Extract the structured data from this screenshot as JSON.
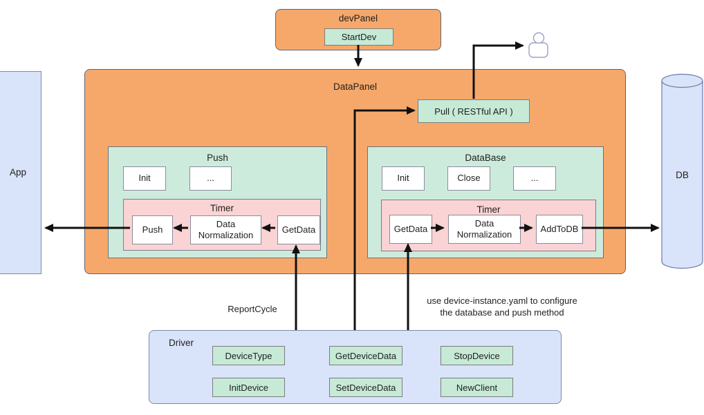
{
  "dev_panel": {
    "title": "devPanel",
    "start_button": "StartDev"
  },
  "data_panel": {
    "title": "DataPanel",
    "pull_button": "Pull ( RESTful API )",
    "push_module": {
      "title": "Push",
      "methods": [
        "Init",
        "..."
      ],
      "timer": {
        "title": "Timer",
        "steps": [
          "Push",
          "Data Normalization",
          "GetData"
        ]
      }
    },
    "database_module": {
      "title": "DataBase",
      "methods": [
        "Init",
        "Close",
        "..."
      ],
      "timer": {
        "title": "Timer",
        "steps": [
          "GetData",
          "Data Normalization",
          "AddToDB"
        ]
      }
    }
  },
  "app": {
    "label": "App"
  },
  "db": {
    "label": "DB"
  },
  "driver": {
    "title": "Driver",
    "row1": [
      "DeviceType",
      "GetDeviceData",
      "StopDevice"
    ],
    "row2": [
      "InitDevice",
      "SetDeviceData",
      "NewClient"
    ]
  },
  "notes": {
    "report_cycle": "ReportCycle",
    "yaml_line1": "use device-instance.yaml to configure",
    "yaml_line2": "the database and push method"
  },
  "icons": {
    "user": "user-icon"
  },
  "colors": {
    "panel_orange": "#F6A86B",
    "panel_mint": "#CDEBDD",
    "button_mint": "#C6EAD6",
    "panel_pink": "#FAD3D4",
    "panel_blue": "#D9E3F9",
    "arrow": "#111111"
  }
}
